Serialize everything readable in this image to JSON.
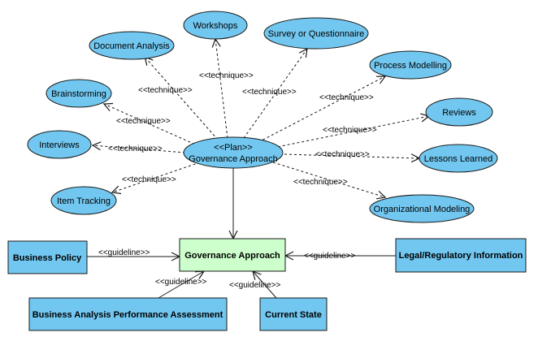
{
  "center": {
    "stereotype": "<<Plan>>",
    "label": "Governance Approach"
  },
  "techniques": [
    {
      "id": "workshops",
      "label": "Workshops"
    },
    {
      "id": "document-analysis",
      "label": "Document Analysis"
    },
    {
      "id": "survey",
      "label": "Survey or Questionnaire"
    },
    {
      "id": "process-modelling",
      "label": "Process Modelling"
    },
    {
      "id": "brainstorming",
      "label": "Brainstorming"
    },
    {
      "id": "reviews",
      "label": "Reviews"
    },
    {
      "id": "interviews",
      "label": "Interviews"
    },
    {
      "id": "lessons-learned",
      "label": "Lessons Learned"
    },
    {
      "id": "item-tracking",
      "label": "Item Tracking"
    },
    {
      "id": "organizational-modeling",
      "label": "Organizational Modeling"
    }
  ],
  "technique_label": "<<technique>>",
  "guideline_label": "<<guideline>>",
  "output": {
    "label": "Governance Approach"
  },
  "guidelines": [
    {
      "id": "business-policy",
      "label": "Business Policy"
    },
    {
      "id": "legal-regulatory",
      "label": "Legal/Regulatory Information"
    },
    {
      "id": "performance-assessment",
      "label": "Business Analysis Performance Assessment"
    },
    {
      "id": "current-state",
      "label": "Current State"
    }
  ],
  "colors": {
    "ellipse_fill": "#72c7f0",
    "box_fill": "#72c7f0",
    "output_fill": "#ccffcc",
    "stroke": "#1a1a1a"
  }
}
